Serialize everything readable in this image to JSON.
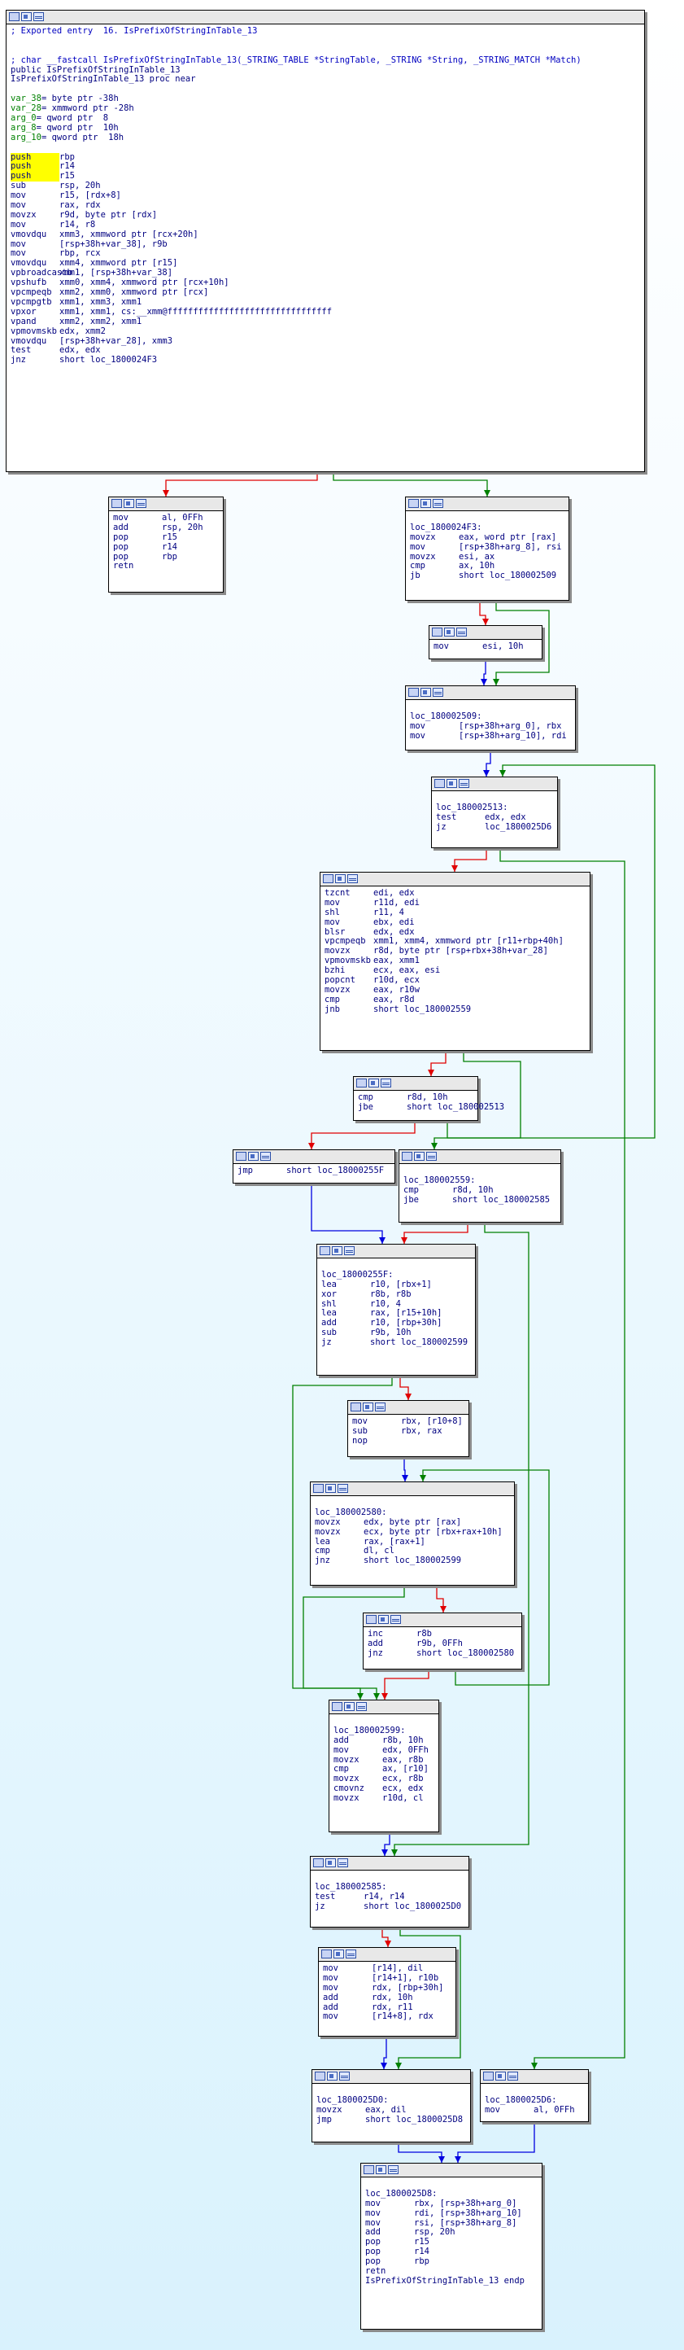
{
  "function_name": "IsPrefixOfStringInTable_13",
  "colors": {
    "true_edge": "#008000",
    "false_edge": "#e00000",
    "unconditional_edge": "#0000e0",
    "node_border": "#000000",
    "text": "#000080",
    "comment": "#0000c0",
    "highlight": "#ffff00"
  },
  "icon_names": [
    "graph-icon",
    "color-icon",
    "text-icon"
  ],
  "blocks": [
    {
      "id": "entry",
      "lines": [
        {
          "c": "; Exported entry  16. IsPrefixOfStringInTable_13"
        },
        {
          "t": ""
        },
        {
          "t": ""
        },
        {
          "c": "; char __fastcall IsPrefixOfStringInTable_13(_STRING_TABLE *StringTable, _STRING *String, _STRING_MATCH *Match)"
        },
        {
          "t": "public IsPrefixOfStringInTable_13"
        },
        {
          "t": "IsPrefixOfStringInTable_13 proc near"
        },
        {
          "t": ""
        },
        {
          "n": "var_38",
          "o": "= byte ptr -38h"
        },
        {
          "n": "var_28",
          "o": "= xmmword ptr -28h"
        },
        {
          "n": "arg_0",
          "o": "= qword ptr  8"
        },
        {
          "n": "arg_8",
          "o": "= qword ptr  10h"
        },
        {
          "n": "arg_10",
          "o": "= qword ptr  18h"
        },
        {
          "t": ""
        },
        {
          "m": "push",
          "o": "rbp",
          "h": true
        },
        {
          "m": "push",
          "o": "r14",
          "h": true
        },
        {
          "m": "push",
          "o": "r15",
          "h": true
        },
        {
          "m": "sub",
          "o": "rsp, 20h"
        },
        {
          "m": "mov",
          "o": "r15, [rdx+8]"
        },
        {
          "m": "mov",
          "o": "rax, rdx"
        },
        {
          "m": "movzx",
          "o": "r9d, byte ptr [rdx]"
        },
        {
          "m": "mov",
          "o": "r14, r8"
        },
        {
          "m": "vmovdqu",
          "o": "xmm3, xmmword ptr [rcx+20h]"
        },
        {
          "m": "mov",
          "o": "[rsp+38h+var_38], r9b"
        },
        {
          "m": "mov",
          "o": "rbp, rcx"
        },
        {
          "m": "vmovdqu",
          "o": "xmm4, xmmword ptr [r15]"
        },
        {
          "m": "vpbroadcastb",
          "o": "xmm1, [rsp+38h+var_38]"
        },
        {
          "m": "vpshufb",
          "o": "xmm0, xmm4, xmmword ptr [rcx+10h]"
        },
        {
          "m": "vpcmpeqb",
          "o": "xmm2, xmm0, xmmword ptr [rcx]"
        },
        {
          "m": "vpcmpgtb",
          "o": "xmm1, xmm3, xmm1"
        },
        {
          "m": "vpxor",
          "o": "xmm1, xmm1, cs:__xmm@ffffffffffffffffffffffffffffffff"
        },
        {
          "m": "vpand",
          "o": "xmm2, xmm2, xmm1"
        },
        {
          "m": "vpmovmskb",
          "o": "edx, xmm2"
        },
        {
          "m": "vmovdqu",
          "o": "[rsp+38h+var_28], xmm3"
        },
        {
          "m": "test",
          "o": "edx, edx"
        },
        {
          "m": "jnz",
          "o": "short loc_1800024F3"
        }
      ]
    },
    {
      "id": "ret_ff",
      "lines": [
        {
          "m": "mov",
          "o": "al, 0FFh"
        },
        {
          "m": "add",
          "o": "rsp, 20h"
        },
        {
          "m": "pop",
          "o": "r15"
        },
        {
          "m": "pop",
          "o": "r14"
        },
        {
          "m": "pop",
          "o": "rbp"
        },
        {
          "m": "retn",
          "o": ""
        }
      ]
    },
    {
      "id": "loc_24F3",
      "lines": [
        {
          "t": ""
        },
        {
          "t": "loc_1800024F3:"
        },
        {
          "m": "movzx",
          "o": "eax, word ptr [rax]"
        },
        {
          "m": "mov",
          "o": "[rsp+38h+arg_8], rsi"
        },
        {
          "m": "movzx",
          "o": "esi, ax"
        },
        {
          "m": "cmp",
          "o": "ax, 10h"
        },
        {
          "m": "jb",
          "o": "short loc_180002509"
        }
      ]
    },
    {
      "id": "mov_esi",
      "lines": [
        {
          "m": "mov",
          "o": "esi, 10h"
        }
      ]
    },
    {
      "id": "loc_2509",
      "lines": [
        {
          "t": ""
        },
        {
          "t": "loc_180002509:"
        },
        {
          "m": "mov",
          "o": "[rsp+38h+arg_0], rbx"
        },
        {
          "m": "mov",
          "o": "[rsp+38h+arg_10], rdi"
        }
      ]
    },
    {
      "id": "loc_2513",
      "lines": [
        {
          "t": ""
        },
        {
          "t": "loc_180002513:"
        },
        {
          "m": "test",
          "o": "edx, edx"
        },
        {
          "m": "jz",
          "o": "loc_1800025D6"
        }
      ]
    },
    {
      "id": "tzcnt",
      "lines": [
        {
          "m": "tzcnt",
          "o": "edi, edx"
        },
        {
          "m": "mov",
          "o": "r11d, edi"
        },
        {
          "m": "shl",
          "o": "r11, 4"
        },
        {
          "m": "mov",
          "o": "ebx, edi"
        },
        {
          "m": "blsr",
          "o": "edx, edx"
        },
        {
          "m": "vpcmpeqb",
          "o": "xmm1, xmm4, xmmword ptr [r11+rbp+40h]"
        },
        {
          "m": "movzx",
          "o": "r8d, byte ptr [rsp+rbx+38h+var_28]"
        },
        {
          "m": "vpmovmskb",
          "o": "eax, xmm1"
        },
        {
          "m": "bzhi",
          "o": "ecx, eax, esi"
        },
        {
          "m": "popcnt",
          "o": "r10d, ecx"
        },
        {
          "m": "movzx",
          "o": "eax, r10w"
        },
        {
          "m": "cmp",
          "o": "eax, r8d"
        },
        {
          "m": "jnb",
          "o": "short loc_180002559"
        }
      ]
    },
    {
      "id": "cmp_r8d",
      "lines": [
        {
          "m": "cmp",
          "o": "r8d, 10h"
        },
        {
          "m": "jbe",
          "o": "short loc_180002513"
        }
      ]
    },
    {
      "id": "jmp_255F",
      "lines": [
        {
          "m": "jmp",
          "o": "short loc_18000255F"
        }
      ]
    },
    {
      "id": "loc_2559",
      "lines": [
        {
          "t": ""
        },
        {
          "t": "loc_180002559:"
        },
        {
          "m": "cmp",
          "o": "r8d, 10h"
        },
        {
          "m": "jbe",
          "o": "short loc_180002585"
        }
      ]
    },
    {
      "id": "loc_255F",
      "lines": [
        {
          "t": ""
        },
        {
          "t": "loc_18000255F:"
        },
        {
          "m": "lea",
          "o": "r10, [rbx+1]"
        },
        {
          "m": "xor",
          "o": "r8b, r8b"
        },
        {
          "m": "shl",
          "o": "r10, 4"
        },
        {
          "m": "lea",
          "o": "rax, [r15+10h]"
        },
        {
          "m": "add",
          "o": "r10, [rbp+30h]"
        },
        {
          "m": "sub",
          "o": "r9b, 10h"
        },
        {
          "m": "jz",
          "o": "short loc_180002599"
        }
      ]
    },
    {
      "id": "mov_rbx",
      "lines": [
        {
          "m": "mov",
          "o": "rbx, [r10+8]"
        },
        {
          "m": "sub",
          "o": "rbx, rax"
        },
        {
          "m": "nop",
          "o": ""
        }
      ]
    },
    {
      "id": "loc_2580",
      "lines": [
        {
          "t": ""
        },
        {
          "t": "loc_180002580:"
        },
        {
          "m": "movzx",
          "o": "edx, byte ptr [rax]"
        },
        {
          "m": "movzx",
          "o": "ecx, byte ptr [rbx+rax+10h]"
        },
        {
          "m": "lea",
          "o": "rax, [rax+1]"
        },
        {
          "m": "cmp",
          "o": "dl, cl"
        },
        {
          "m": "jnz",
          "o": "short loc_180002599"
        }
      ]
    },
    {
      "id": "inc_r8b",
      "lines": [
        {
          "m": "inc",
          "o": "r8b"
        },
        {
          "m": "add",
          "o": "r9b, 0FFh"
        },
        {
          "m": "jnz",
          "o": "short loc_180002580"
        }
      ]
    },
    {
      "id": "loc_2599",
      "lines": [
        {
          "t": ""
        },
        {
          "t": "loc_180002599:"
        },
        {
          "m": "add",
          "o": "r8b, 10h"
        },
        {
          "m": "mov",
          "o": "edx, 0FFh"
        },
        {
          "m": "movzx",
          "o": "eax, r8b"
        },
        {
          "m": "cmp",
          "o": "ax, [r10]"
        },
        {
          "m": "movzx",
          "o": "ecx, r8b"
        },
        {
          "m": "cmovnz",
          "o": "ecx, edx"
        },
        {
          "m": "movzx",
          "o": "r10d, cl"
        }
      ]
    },
    {
      "id": "loc_2585",
      "lines": [
        {
          "t": ""
        },
        {
          "t": "loc_180002585:"
        },
        {
          "m": "test",
          "o": "r14, r14"
        },
        {
          "m": "jz",
          "o": "short loc_1800025D0"
        }
      ]
    },
    {
      "id": "store",
      "lines": [
        {
          "m": "mov",
          "o": "[r14], dil"
        },
        {
          "m": "mov",
          "o": "[r14+1], r10b"
        },
        {
          "m": "mov",
          "o": "rdx, [rbp+30h]"
        },
        {
          "m": "add",
          "o": "rdx, 10h"
        },
        {
          "m": "add",
          "o": "rdx, r11"
        },
        {
          "m": "mov",
          "o": "[r14+8], rdx"
        }
      ]
    },
    {
      "id": "loc_25D0",
      "lines": [
        {
          "t": ""
        },
        {
          "t": "loc_1800025D0:"
        },
        {
          "m": "movzx",
          "o": "eax, dil"
        },
        {
          "m": "jmp",
          "o": "short loc_1800025D8"
        }
      ]
    },
    {
      "id": "loc_25D6",
      "lines": [
        {
          "t": ""
        },
        {
          "t": "loc_1800025D6:"
        },
        {
          "m": "mov",
          "o": "al, 0FFh"
        }
      ]
    },
    {
      "id": "loc_25D8",
      "lines": [
        {
          "t": ""
        },
        {
          "t": "loc_1800025D8:"
        },
        {
          "m": "mov",
          "o": "rbx, [rsp+38h+arg_0]"
        },
        {
          "m": "mov",
          "o": "rdi, [rsp+38h+arg_10]"
        },
        {
          "m": "mov",
          "o": "rsi, [rsp+38h+arg_8]"
        },
        {
          "m": "add",
          "o": "rsp, 20h"
        },
        {
          "m": "pop",
          "o": "r15"
        },
        {
          "m": "pop",
          "o": "r14"
        },
        {
          "m": "pop",
          "o": "rbp"
        },
        {
          "m": "retn",
          "o": ""
        },
        {
          "t": "IsPrefixOfStringInTable_13 endp"
        }
      ]
    }
  ],
  "edges": [
    {
      "from": "entry",
      "to": "ret_ff",
      "kind": "false"
    },
    {
      "from": "entry",
      "to": "loc_24F3",
      "kind": "true"
    },
    {
      "from": "loc_24F3",
      "to": "mov_esi",
      "kind": "false"
    },
    {
      "from": "loc_24F3",
      "to": "loc_2509",
      "kind": "true"
    },
    {
      "from": "mov_esi",
      "to": "loc_2509",
      "kind": "unconditional"
    },
    {
      "from": "loc_2509",
      "to": "loc_2513",
      "kind": "unconditional"
    },
    {
      "from": "loc_2513",
      "to": "tzcnt",
      "kind": "false"
    },
    {
      "from": "loc_2513",
      "to": "loc_25D6",
      "kind": "true"
    },
    {
      "from": "tzcnt",
      "to": "cmp_r8d",
      "kind": "false"
    },
    {
      "from": "tzcnt",
      "to": "loc_2559",
      "kind": "true"
    },
    {
      "from": "cmp_r8d",
      "to": "loc_2513",
      "kind": "true"
    },
    {
      "from": "cmp_r8d",
      "to": "jmp_255F",
      "kind": "false"
    },
    {
      "from": "jmp_255F",
      "to": "loc_255F",
      "kind": "unconditional"
    },
    {
      "from": "loc_2559",
      "to": "loc_255F",
      "kind": "false"
    },
    {
      "from": "loc_2559",
      "to": "loc_2585",
      "kind": "true"
    },
    {
      "from": "loc_255F",
      "to": "mov_rbx",
      "kind": "false"
    },
    {
      "from": "loc_255F",
      "to": "loc_2599",
      "kind": "true"
    },
    {
      "from": "mov_rbx",
      "to": "loc_2580",
      "kind": "unconditional"
    },
    {
      "from": "loc_2580",
      "to": "inc_r8b",
      "kind": "false"
    },
    {
      "from": "loc_2580",
      "to": "loc_2599",
      "kind": "true"
    },
    {
      "from": "inc_r8b",
      "to": "loc_2580",
      "kind": "true"
    },
    {
      "from": "inc_r8b",
      "to": "loc_2599",
      "kind": "false"
    },
    {
      "from": "loc_2599",
      "to": "loc_2585",
      "kind": "unconditional"
    },
    {
      "from": "loc_2585",
      "to": "store",
      "kind": "false"
    },
    {
      "from": "loc_2585",
      "to": "loc_25D0",
      "kind": "true"
    },
    {
      "from": "store",
      "to": "loc_25D0",
      "kind": "unconditional"
    },
    {
      "from": "loc_25D0",
      "to": "loc_25D8",
      "kind": "unconditional"
    },
    {
      "from": "loc_25D6",
      "to": "loc_25D8",
      "kind": "unconditional"
    }
  ]
}
